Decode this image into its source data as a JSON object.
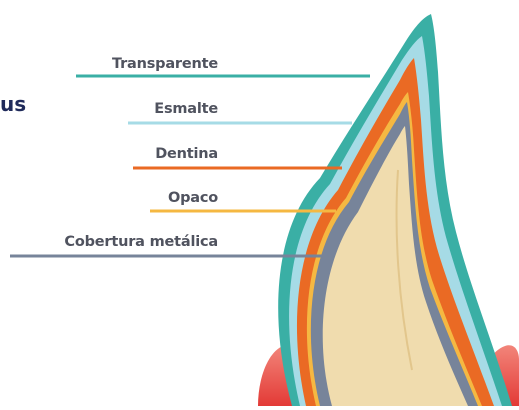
{
  "partial_text": "us",
  "layers": [
    {
      "id": "transparente",
      "label": "Transparente",
      "color": "#3aafa5"
    },
    {
      "id": "esmalte",
      "label": "Esmalte",
      "color": "#a6dbe6"
    },
    {
      "id": "dentina",
      "label": "Dentina",
      "color": "#ea6a24"
    },
    {
      "id": "opaco",
      "label": "Opaco",
      "color": "#f5b842"
    },
    {
      "id": "cobertura",
      "label": "Cobertura metálica",
      "color": "#77849a"
    }
  ],
  "colors": {
    "core": "#f0dcae",
    "gum": "#e33a36",
    "gum_light": "#f2857a",
    "text": "#50535f"
  }
}
